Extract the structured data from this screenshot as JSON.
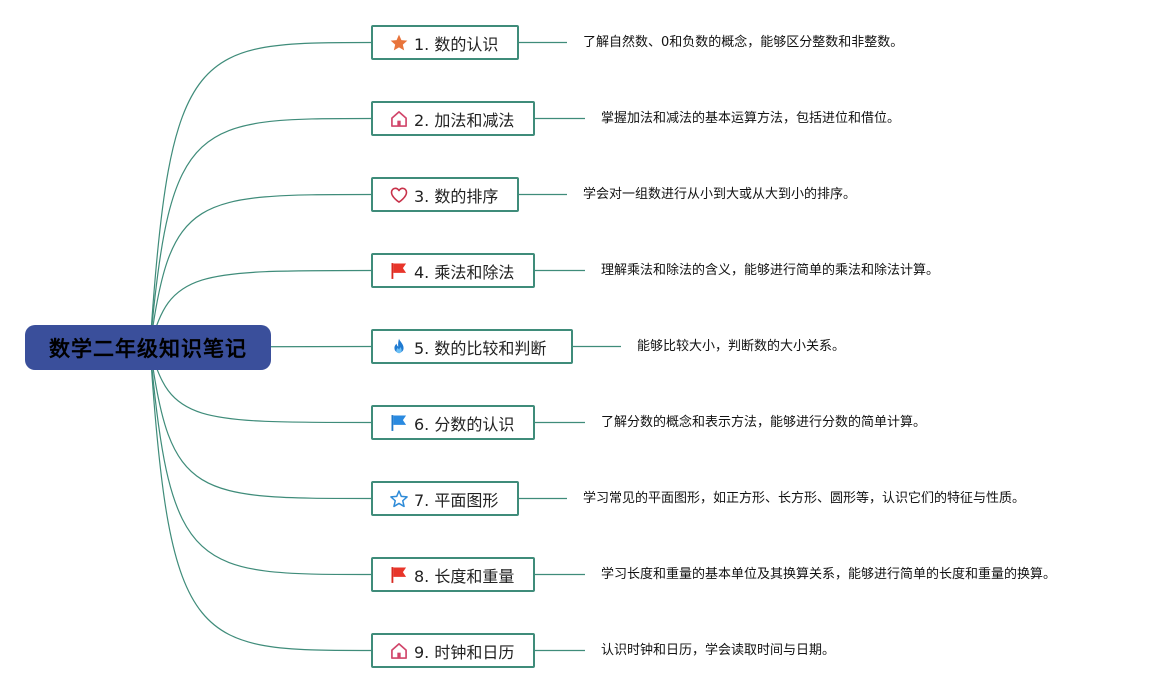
{
  "root": {
    "title": "数学二年级知识笔记"
  },
  "colors": {
    "root_fill": "#3a4f9b",
    "border": "#3f8c7a",
    "line": "#3f8c7a"
  },
  "topics": [
    {
      "label": "1. 数的认识",
      "icon": "star-filled-icon",
      "description": "了解自然数、0和负数的概念，能够区分整数和非整数。"
    },
    {
      "label": "2. 加法和减法",
      "icon": "house-icon",
      "description": "掌握加法和减法的基本运算方法，包括进位和借位。"
    },
    {
      "label": "3. 数的排序",
      "icon": "heart-icon",
      "description": "学会对一组数进行从小到大或从大到小的排序。"
    },
    {
      "label": "4. 乘法和除法",
      "icon": "red-flag-icon",
      "description": "理解乘法和除法的含义，能够进行简单的乘法和除法计算。"
    },
    {
      "label": "5. 数的比较和判断",
      "icon": "flame-icon",
      "description": "能够比较大小，判断数的大小关系。"
    },
    {
      "label": "6. 分数的认识",
      "icon": "blue-flag-icon",
      "description": "了解分数的概念和表示方法，能够进行分数的简单计算。"
    },
    {
      "label": "7. 平面图形",
      "icon": "star-outline-icon",
      "description": "学习常见的平面图形，如正方形、长方形、圆形等，认识它们的特征与性质。"
    },
    {
      "label": "8. 长度和重量",
      "icon": "red-flag-icon",
      "description": "学习长度和重量的基本单位及其换算关系，能够进行简单的长度和重量的换算。"
    },
    {
      "label": "9. 时钟和日历",
      "icon": "house-icon",
      "description": "认识时钟和日历，学会读取时间与日期。"
    }
  ]
}
